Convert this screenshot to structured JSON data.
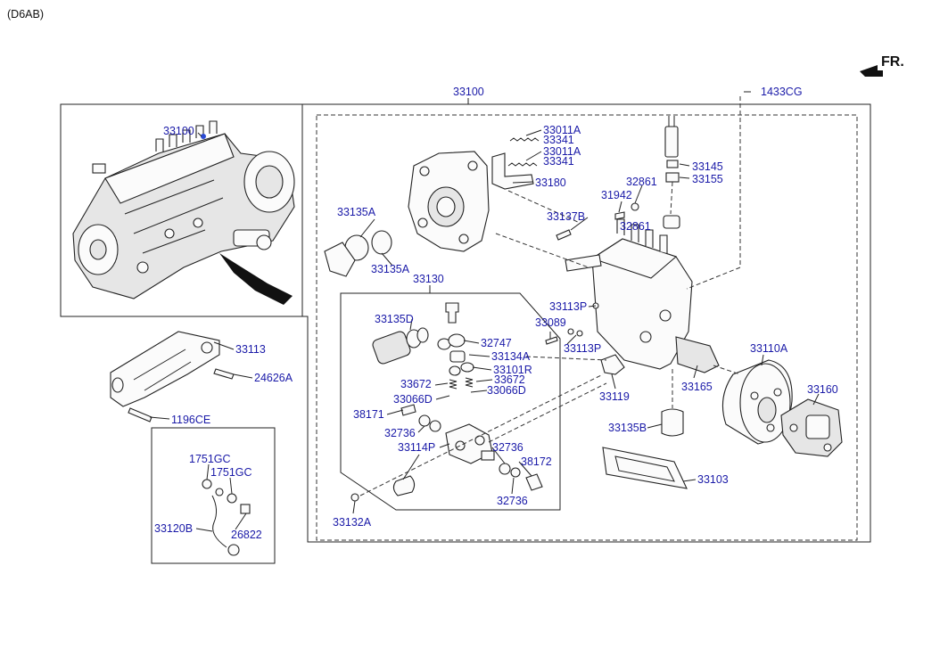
{
  "header": {
    "model_code": "(D6AB)",
    "front_indicator": "FR."
  },
  "groups": {
    "top": "33100",
    "sub": "33130"
  },
  "parts": {
    "p_33100_assy": "33100",
    "p_1433CG": "1433CG",
    "p_33011A_1": "33011A",
    "p_33341_1": "33341",
    "p_33011A_2": "33011A",
    "p_33341_2": "33341",
    "p_33180": "33180",
    "p_33135A_1": "33135A",
    "p_33135A_2": "33135A",
    "p_33145": "33145",
    "p_33155": "33155",
    "p_32861_1": "32861",
    "p_31942": "31942",
    "p_33137B": "33137B",
    "p_32861_2": "32861",
    "p_33135D": "33135D",
    "p_32747": "32747",
    "p_33134A": "33134A",
    "p_33101R": "33101R",
    "p_33672_1": "33672",
    "p_33672_2": "33672",
    "p_33066D_1": "33066D",
    "p_33066D_2": "33066D",
    "p_38171": "38171",
    "p_32736_1": "32736",
    "p_33114P": "33114P",
    "p_32736_2": "32736",
    "p_38172": "38172",
    "p_32736_3": "32736",
    "p_33132A": "33132A",
    "p_33113P_1": "33113P",
    "p_33089": "33089",
    "p_33113P_2": "33113P",
    "p_33119": "33119",
    "p_33165": "33165",
    "p_33110A": "33110A",
    "p_33160": "33160",
    "p_33135B": "33135B",
    "p_33103": "33103",
    "p_33113": "33113",
    "p_24626A": "24626A",
    "p_1196CE": "1196CE",
    "p_1751GC_1": "1751GC",
    "p_1751GC_2": "1751GC",
    "p_33120B": "33120B",
    "p_26822": "26822"
  }
}
